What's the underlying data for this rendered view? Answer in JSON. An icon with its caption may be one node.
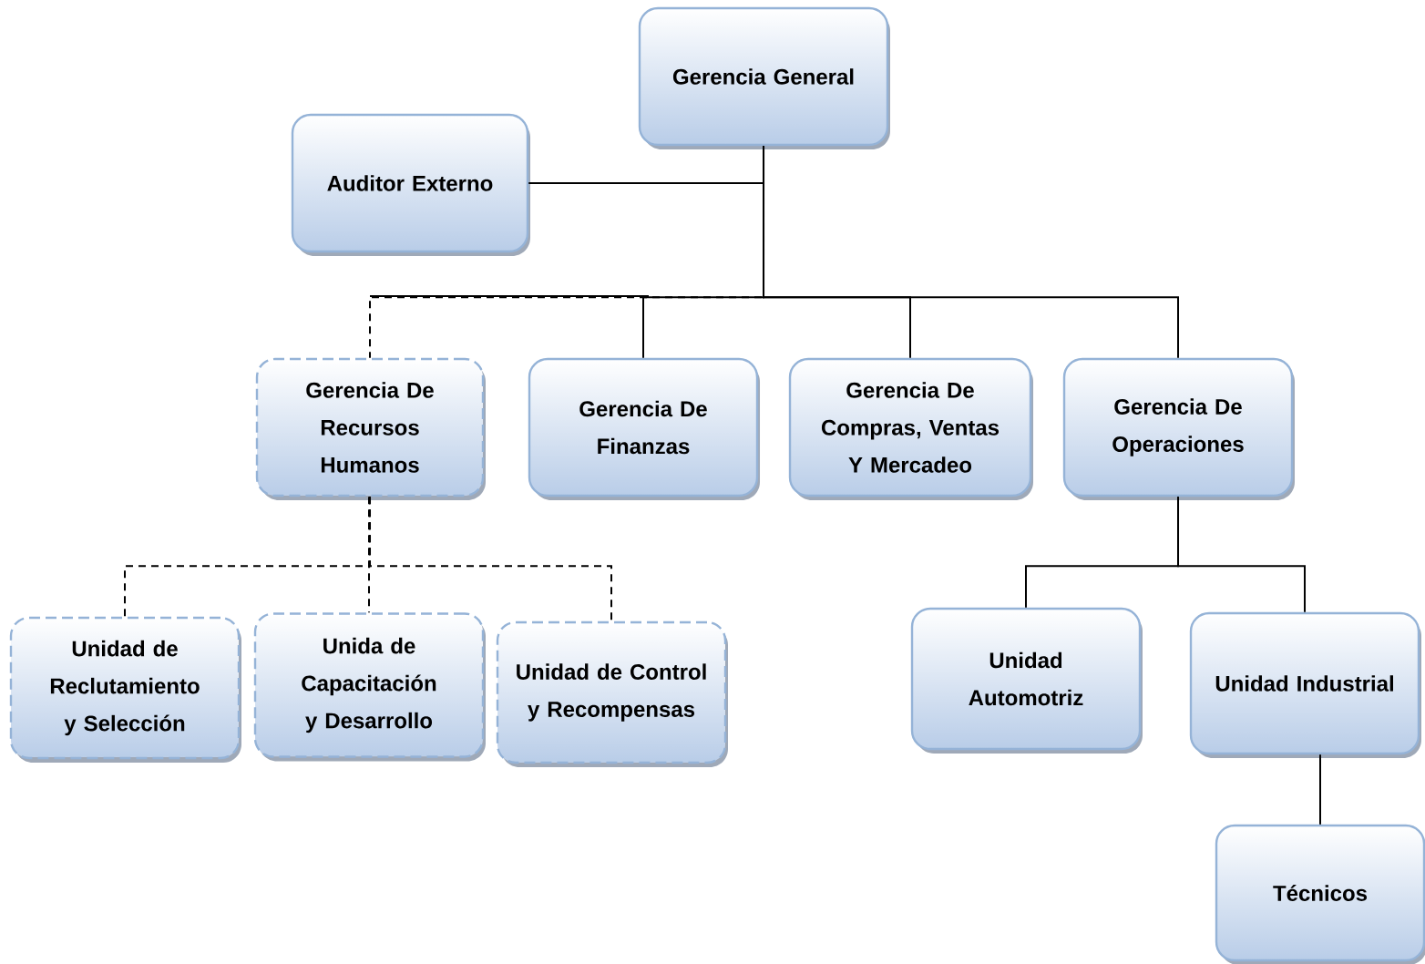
{
  "diagram": {
    "nodes": [
      {
        "text": [
          "Gerencia General"
        ]
      },
      {
        "text": [
          "Auditor Externo"
        ]
      },
      {
        "text": [
          "Gerencia De Recursos Humanos"
        ]
      },
      {
        "text": [
          "Gerencia De Finanzas"
        ]
      },
      {
        "text": [
          "Gerencia De Compras, Ventas Y Mercadeo"
        ]
      },
      {
        "text": [
          "Gerencia De Operaciones"
        ]
      },
      {
        "text": [
          "Unidad de Reclutamiento y Selección"
        ]
      },
      {
        "text": [
          "Unida de Capacitación y Desarrollo"
        ]
      },
      {
        "text": [
          "Unidad de Control y Recompensas"
        ]
      },
      {
        "text": [
          "Unidad Automotriz"
        ]
      },
      {
        "text": [
          "Unidad Industrial"
        ]
      },
      {
        "text": [
          "Técnicos"
        ]
      }
    ],
    "edges": [
      {
        "from": 0,
        "to": 1,
        "arrow": "none"
      },
      {
        "from": 0,
        "to": 2,
        "arrow": "none",
        "style": "dashed"
      },
      {
        "from": 0,
        "to": 3,
        "arrow": "none"
      },
      {
        "from": 0,
        "to": 4,
        "arrow": "none"
      },
      {
        "from": 0,
        "to": 5,
        "arrow": "none"
      },
      {
        "from": 2,
        "to": 6,
        "arrow": "none",
        "style": "dashed"
      },
      {
        "from": 2,
        "to": 7,
        "arrow": "none",
        "style": "dashed"
      },
      {
        "from": 2,
        "to": 8,
        "arrow": "none",
        "style": "dashed"
      },
      {
        "from": 5,
        "to": 9,
        "arrow": "none"
      },
      {
        "from": 5,
        "to": 10,
        "arrow": "none"
      },
      {
        "from": 10,
        "to": 11,
        "arrow": "none"
      }
    ]
  }
}
